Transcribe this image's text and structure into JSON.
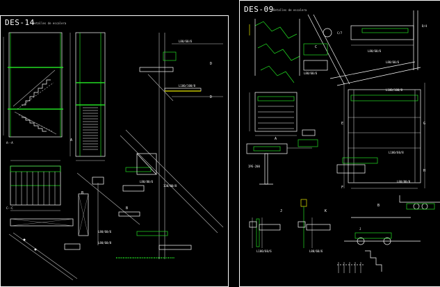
{
  "colors": {
    "background": "#000000",
    "frame": "#ffffff",
    "green": "#22dd22",
    "yellow": "#e8e800",
    "gray": "#aaaaaa"
  },
  "left_sheet": {
    "code": "DES-14",
    "subtitle": "Detalles de escalera",
    "labels": {
      "l1": "L80/60/6",
      "l2": "L100/100/8",
      "l3": "L80/80/6",
      "l4": "130/80/8",
      "l5": "L80/60/6",
      "l6": "L80/60/8",
      "mark_d1": "D",
      "mark_d2": "D",
      "mark_a": "A",
      "mark_aa": "A--A",
      "mark_cc": "C--C",
      "mark_b1": "B",
      "mark_b2": "B"
    }
  },
  "right_sheet": {
    "code": "DES-09",
    "subtitle": "Detalles de escalera",
    "labels": {
      "c1": "C",
      "c2": "C/7",
      "d1": "D/4",
      "e1": "E",
      "g1": "G",
      "f1": "F",
      "h1": "H",
      "a1": "A",
      "b1": "B",
      "j1": "J",
      "j2": "J",
      "k1": "K",
      "p1": "L80/60/6",
      "p2": "L80/60/6",
      "p3": "L80/60/6",
      "p4": "L100/100/8",
      "p5": "L100/60/8",
      "p6": "L80/80/8",
      "p7": "IPE-200",
      "p8": "L100/60/6",
      "p9": "L80/60/6"
    }
  }
}
